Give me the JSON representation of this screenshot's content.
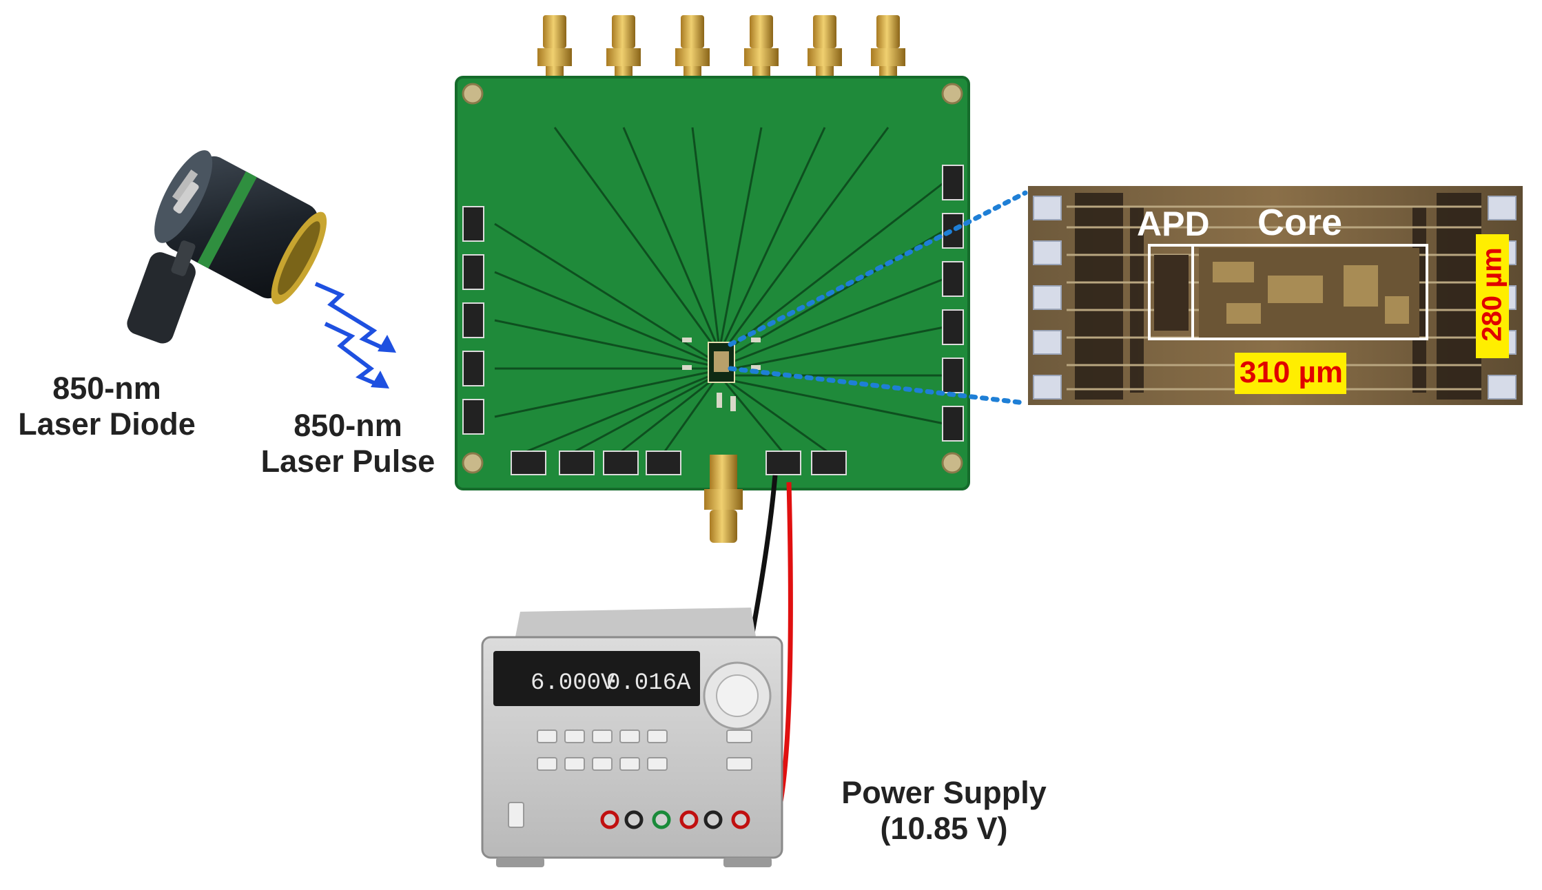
{
  "labels": {
    "laser_diode_line1": "850-nm",
    "laser_diode_line2": "Laser Diode",
    "laser_pulse_line1": "850-nm",
    "laser_pulse_line2": "Laser Pulse",
    "power_supply_line1": "Power Supply",
    "power_supply_line2": "(10.85 V)"
  },
  "chip": {
    "apd_label": "APD",
    "core_label": "Core",
    "width_label": "310 µm",
    "height_label": "280 µm"
  },
  "psu": {
    "display_voltage": "6.000V",
    "display_current": "0.016A"
  },
  "colors": {
    "pcb_green": "#1f8a3a",
    "pulse_blue": "#1e50e0",
    "zoom_line_blue": "#1e7fd6",
    "dimension_highlight": "#ffee00",
    "dimension_text": "#e00000",
    "wire_red": "#e01010",
    "wire_black": "#111111"
  }
}
